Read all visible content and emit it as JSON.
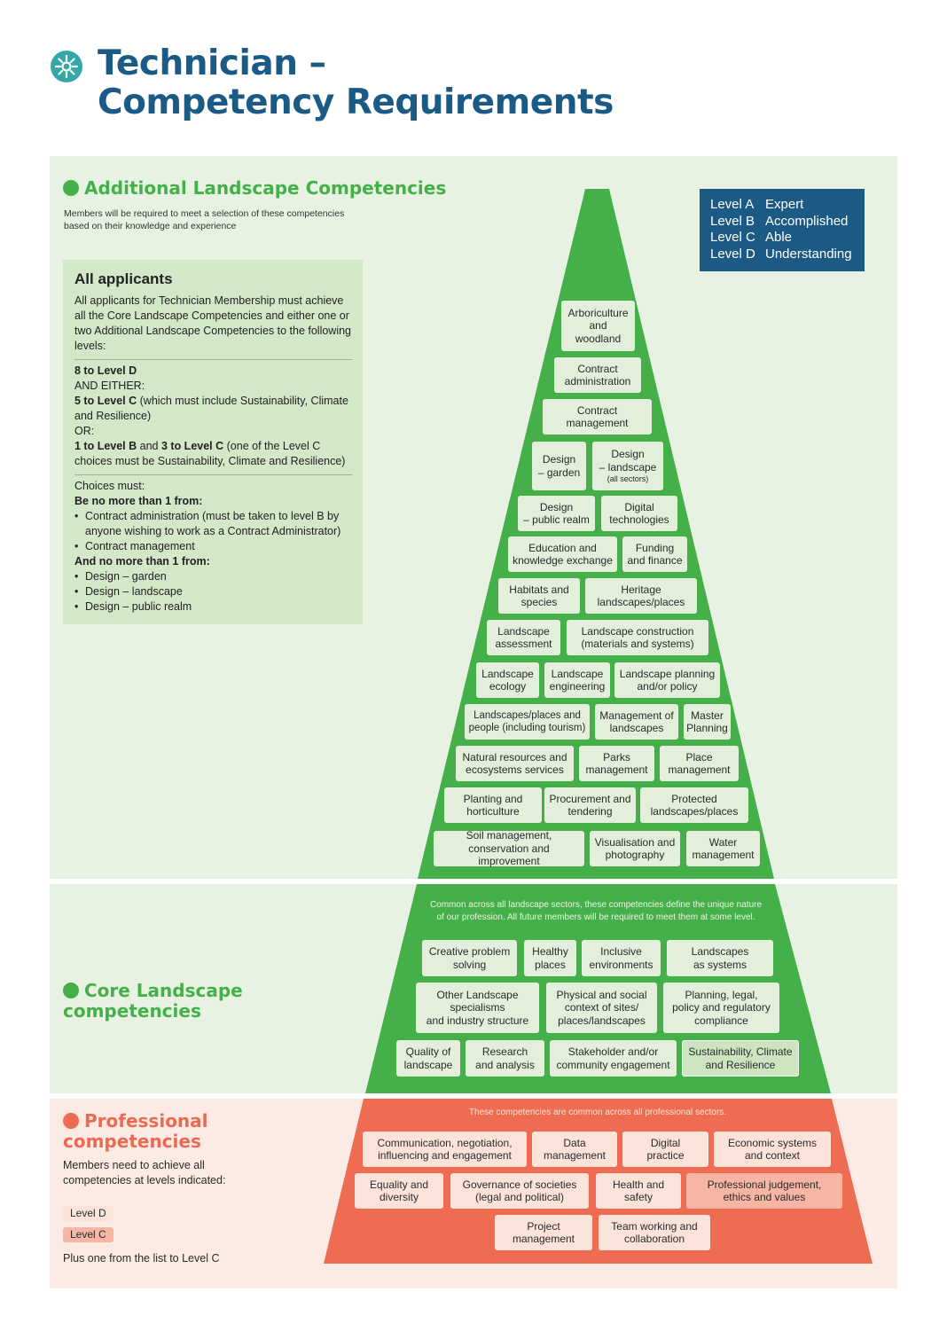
{
  "title": {
    "line1": "Technician –",
    "line2": "Competency Requirements"
  },
  "additional": {
    "title": "Additional Landscape Competencies",
    "desc1": "Members will be required to meet a selection of these competencies",
    "desc2": "based on their knowledge and experience",
    "boxes": [
      "Arboriculture\nand\nwoodland",
      "Contract\nadministration",
      "Contract\nmanagement",
      "Design\n– garden",
      "Design\n– landscape",
      "Design\n– public realm",
      "Digital\ntechnologies",
      "Education and\nknowledge exchange",
      "Funding\nand finance",
      "Habitats and\nspecies",
      "Heritage\nlandscapes/places",
      "Landscape\nassessment",
      "Landscape construction\n(materials and systems)",
      "Landscape\necology",
      "Landscape\nengineering",
      "Landscape planning\nand/or policy",
      "Landscapes/places and\npeople (including tourism)",
      "Management of\nlandscapes",
      "Master\nPlanning",
      "Natural resources and\necosystems services",
      "Parks\nmanagement",
      "Place\nmanagement",
      "Planting and\nhorticulture",
      "Procurement and\ntendering",
      "Protected\nlandscapes/places",
      "Soil management,\nconservation and improvement",
      "Visualisation and\nphotography",
      "Water\nmanagement"
    ],
    "design_landscape_note": "(all sectors)"
  },
  "legend": [
    {
      "level": "Level A",
      "name": "Expert"
    },
    {
      "level": "Level B",
      "name": "Accomplished"
    },
    {
      "level": "Level C",
      "name": "Able"
    },
    {
      "level": "Level D",
      "name": "Understanding"
    }
  ],
  "applicants": {
    "heading": "All applicants",
    "intro": "All applicants for Technician Membership must achieve all the Core Landscape Competencies and either one or two Additional Landscape Competencies to the following levels:",
    "r1_bold": "8 to Level D",
    "r2": "AND EITHER:",
    "r3_bold": "5 to Level C",
    "r3_rest": " (which must include Sustainability, Climate and Resilience)",
    "r4": "OR:",
    "r5_bold_a": "1 to Level B",
    "r5_mid": " and ",
    "r5_bold_b": "3 to Level C",
    "r5_rest": " (one of the Level C choices must be Sustainability, Climate and Resilience)",
    "choices": "Choices must:",
    "no_more_1": "Be no more than 1 from:",
    "list1": [
      "Contract administration (must be taken to level B by anyone wishing to work as a Contract Administrator)",
      "Contract management"
    ],
    "no_more_2": "And no more than 1 from:",
    "list2": [
      "Design – garden",
      "Design – landscape",
      "Design – public realm"
    ]
  },
  "core": {
    "title1": "Core Landscape",
    "title2": "competencies",
    "note": "Common across all landscape sectors, these competencies define the unique nature\nof our profession. All future members will be required to meet them at some level.",
    "boxes": [
      "Creative problem\nsolving",
      "Healthy\nplaces",
      "Inclusive\nenvironments",
      "Landscapes\nas systems",
      "Other Landscape\nspecialisms\nand industry structure",
      "Physical and social\ncontext of sites/\nplaces/landscapes",
      "Planning, legal,\npolicy and regulatory\ncompliance",
      "Quality of\nlandscape",
      "Research\nand analysis",
      "Stakeholder and/or\ncommunity engagement",
      "Sustainability, Climate\nand Resilience"
    ]
  },
  "professional": {
    "title1": "Professional",
    "title2": "competencies",
    "desc": "Members need to achieve all competencies at levels indicated:",
    "level_d": "Level D",
    "level_c": "Level C",
    "plus": "Plus one from the list to Level C",
    "note": "These competencies are common across all professional sectors.",
    "boxes": [
      "Communication, negotiation,\ninfluencing and engagement",
      "Data\nmanagement",
      "Digital\npractice",
      "Economic systems\nand context",
      "Equality and\ndiversity",
      "Governance of societies\n(legal and political)",
      "Health and\nsafety",
      "Professional judgement,\nethics and values",
      "Project\nmanagement",
      "Team working and\ncollaboration"
    ]
  },
  "colors": {
    "navy": "#1c5a86",
    "green": "#45b049",
    "coral": "#ee6c52",
    "teal": "#35a7a8"
  }
}
